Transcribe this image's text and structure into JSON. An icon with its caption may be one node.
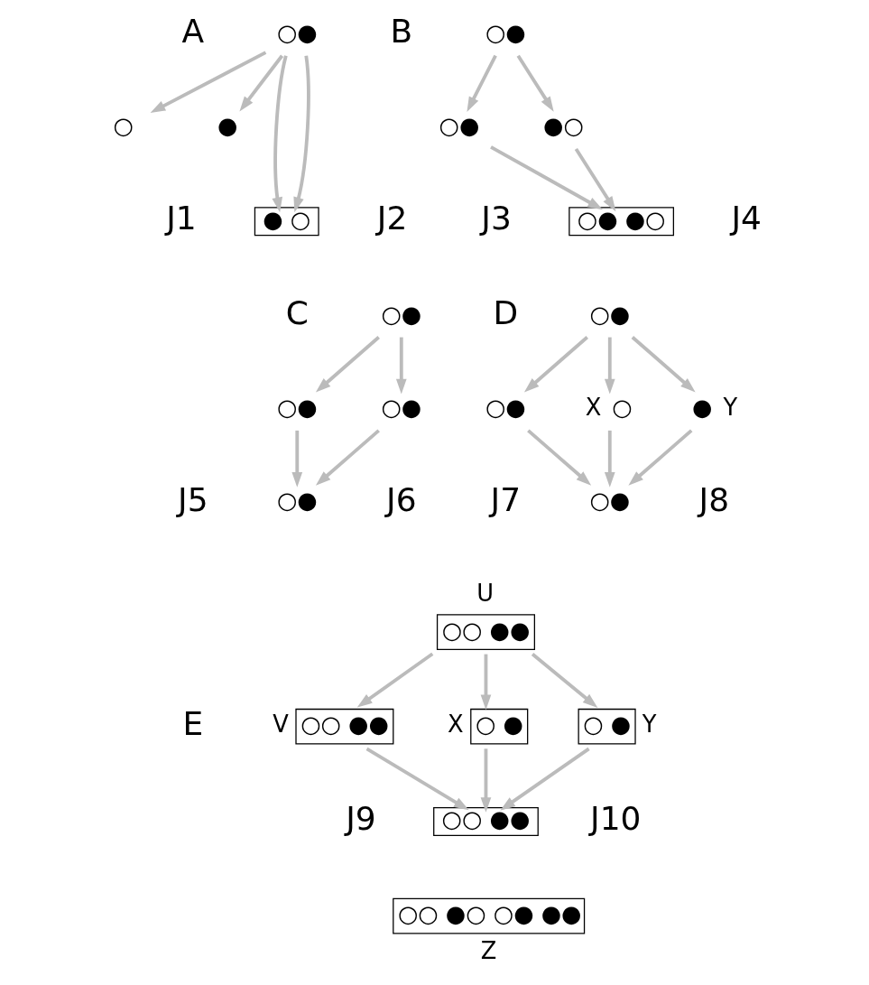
{
  "diagram": {
    "nodes": [
      {
        "text": [
          "○●"
        ]
      },
      {
        "text": [
          "○"
        ]
      },
      {
        "text": [
          "●"
        ]
      },
      {
        "text": [
          "● ○"
        ]
      },
      {
        "text": [
          "○●"
        ]
      },
      {
        "text": [
          "○●"
        ]
      },
      {
        "text": [
          "●○"
        ]
      },
      {
        "text": [
          "○● ●○"
        ]
      },
      {
        "text": [
          "○●"
        ]
      },
      {
        "text": [
          "○●"
        ]
      },
      {
        "text": [
          "○●"
        ]
      },
      {
        "text": [
          "○●"
        ]
      },
      {
        "text": [
          "○●"
        ]
      },
      {
        "text": [
          "○●"
        ]
      },
      {
        "text": [
          "○"
        ],
        "beside": [
          "X"
        ]
      },
      {
        "text": [
          "●"
        ],
        "beside": [
          "Y"
        ]
      },
      {
        "text": [
          "○●"
        ]
      },
      {
        "text": [
          "○○ ●●"
        ],
        "beside": [
          "U"
        ]
      },
      {
        "text": [
          "○○ ●●"
        ],
        "beside": [
          "V"
        ]
      },
      {
        "text": [
          "○ ●"
        ],
        "beside": [
          "X"
        ]
      },
      {
        "text": [
          "○ ●"
        ],
        "beside": [
          "Y"
        ]
      },
      {
        "text": [
          "○○ ●●"
        ]
      },
      {
        "text": [
          "○○ ●○ ○● ●●"
        ],
        "beside": [
          "Z"
        ]
      }
    ],
    "edges": [
      {
        "from": 0,
        "to": 1,
        "arrow": "to"
      },
      {
        "from": 0,
        "to": 3,
        "arrow": "to"
      },
      {
        "from": 0,
        "to": 3,
        "arrow": "to"
      },
      {
        "from": 0,
        "to": 2,
        "arrow": "to"
      },
      {
        "from": 4,
        "to": 5,
        "arrow": "to"
      },
      {
        "from": 4,
        "to": 6,
        "arrow": "to"
      },
      {
        "from": 5,
        "to": 7,
        "arrow": "to"
      },
      {
        "from": 6,
        "to": 7,
        "arrow": "to"
      },
      {
        "from": 8,
        "to": 9,
        "arrow": "to"
      },
      {
        "from": 8,
        "to": 10,
        "arrow": "to"
      },
      {
        "from": 9,
        "to": 11,
        "arrow": "to"
      },
      {
        "from": 10,
        "to": 11,
        "arrow": "to"
      },
      {
        "from": 12,
        "to": 13,
        "arrow": "to"
      },
      {
        "from": 12,
        "to": 14,
        "arrow": "to"
      },
      {
        "from": 12,
        "to": 15,
        "arrow": "to"
      },
      {
        "from": 13,
        "to": 16,
        "arrow": "to"
      },
      {
        "from": 14,
        "to": 16,
        "arrow": "to"
      },
      {
        "from": 15,
        "to": 16,
        "arrow": "to"
      },
      {
        "from": 17,
        "to": 18,
        "arrow": "to"
      },
      {
        "from": 17,
        "to": 19,
        "arrow": "to"
      },
      {
        "from": 17,
        "to": 20,
        "arrow": "to"
      },
      {
        "from": 18,
        "to": 21,
        "arrow": "to"
      },
      {
        "from": 19,
        "to": 21,
        "arrow": "to"
      },
      {
        "from": 20,
        "to": 21,
        "arrow": "to"
      }
    ],
    "labels": [
      "A",
      "J1",
      "J2",
      "B",
      "J3",
      "J4",
      "C",
      "J5",
      "J6",
      "D",
      "J7",
      "J8",
      "E",
      "J9",
      "J10"
    ]
  }
}
